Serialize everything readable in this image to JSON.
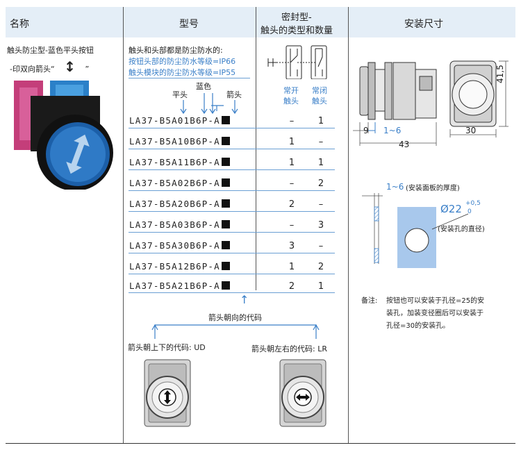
{
  "header": {
    "col_name": "名称",
    "col_model": "型号",
    "col_seal_line1": "密封型-",
    "col_seal_line2": "触头的类型和数量",
    "col_dims": "安装尺寸"
  },
  "product": {
    "name_line1": "触头防尘型-蓝色平头按钮",
    "name_line2": "-印双向箭头“",
    "name_symbol": "↕",
    "name_end": "”"
  },
  "model_info": {
    "line1": "触头和头部都是防尘防水的:",
    "line2": "按钮头部的防尘防水等级=IP66",
    "line3": "触头模块的防尘防水等级=IP55",
    "label_flat": "平头",
    "label_blue": "蓝色",
    "label_arrow": "箭头"
  },
  "contacts": {
    "no_line1": "常开",
    "no_line2": "触头",
    "nc_line1": "常闭",
    "nc_line2": "触头"
  },
  "rows": [
    {
      "model": "LA37-B5A01B6P-A",
      "no": "–",
      "nc": "1"
    },
    {
      "model": "LA37-B5A10B6P-A",
      "no": "1",
      "nc": "–"
    },
    {
      "model": "LA37-B5A11B6P-A",
      "no": "1",
      "nc": "1"
    },
    {
      "model": "LA37-B5A02B6P-A",
      "no": "–",
      "nc": "2"
    },
    {
      "model": "LA37-B5A20B6P-A",
      "no": "2",
      "nc": "–"
    },
    {
      "model": "LA37-B5A03B6P-A",
      "no": "–",
      "nc": "3"
    },
    {
      "model": "LA37-B5A30B6P-A",
      "no": "3",
      "nc": "–"
    },
    {
      "model": "LA37-B5A12B6P-A",
      "no": "1",
      "nc": "2"
    },
    {
      "model": "LA37-B5A21B6P-A",
      "no": "2",
      "nc": "1"
    }
  ],
  "arrow_code": {
    "title": "箭头朝向的代码",
    "ud": "箭头朝上下的代码: UD",
    "lr": "箭头朝左右的代码: LR"
  },
  "dims": {
    "d41_5": "41,5",
    "d9": "9",
    "d1_6": "1~6",
    "d43": "43",
    "d30": "30",
    "panel_range": "1~6",
    "panel_note": "(安装面板的厚度)",
    "hole_dia": "Ø22",
    "tol_plus": "+0,5",
    "tol_zero": "0",
    "hole_note": "(安装孔的直径)",
    "note_label": "备注:",
    "note_line1": "按钮也可以安装于孔径=25的安",
    "note_line2": "装孔，加装变径圈后可以安装于",
    "note_line3": "孔径=30的安装孔。"
  }
}
